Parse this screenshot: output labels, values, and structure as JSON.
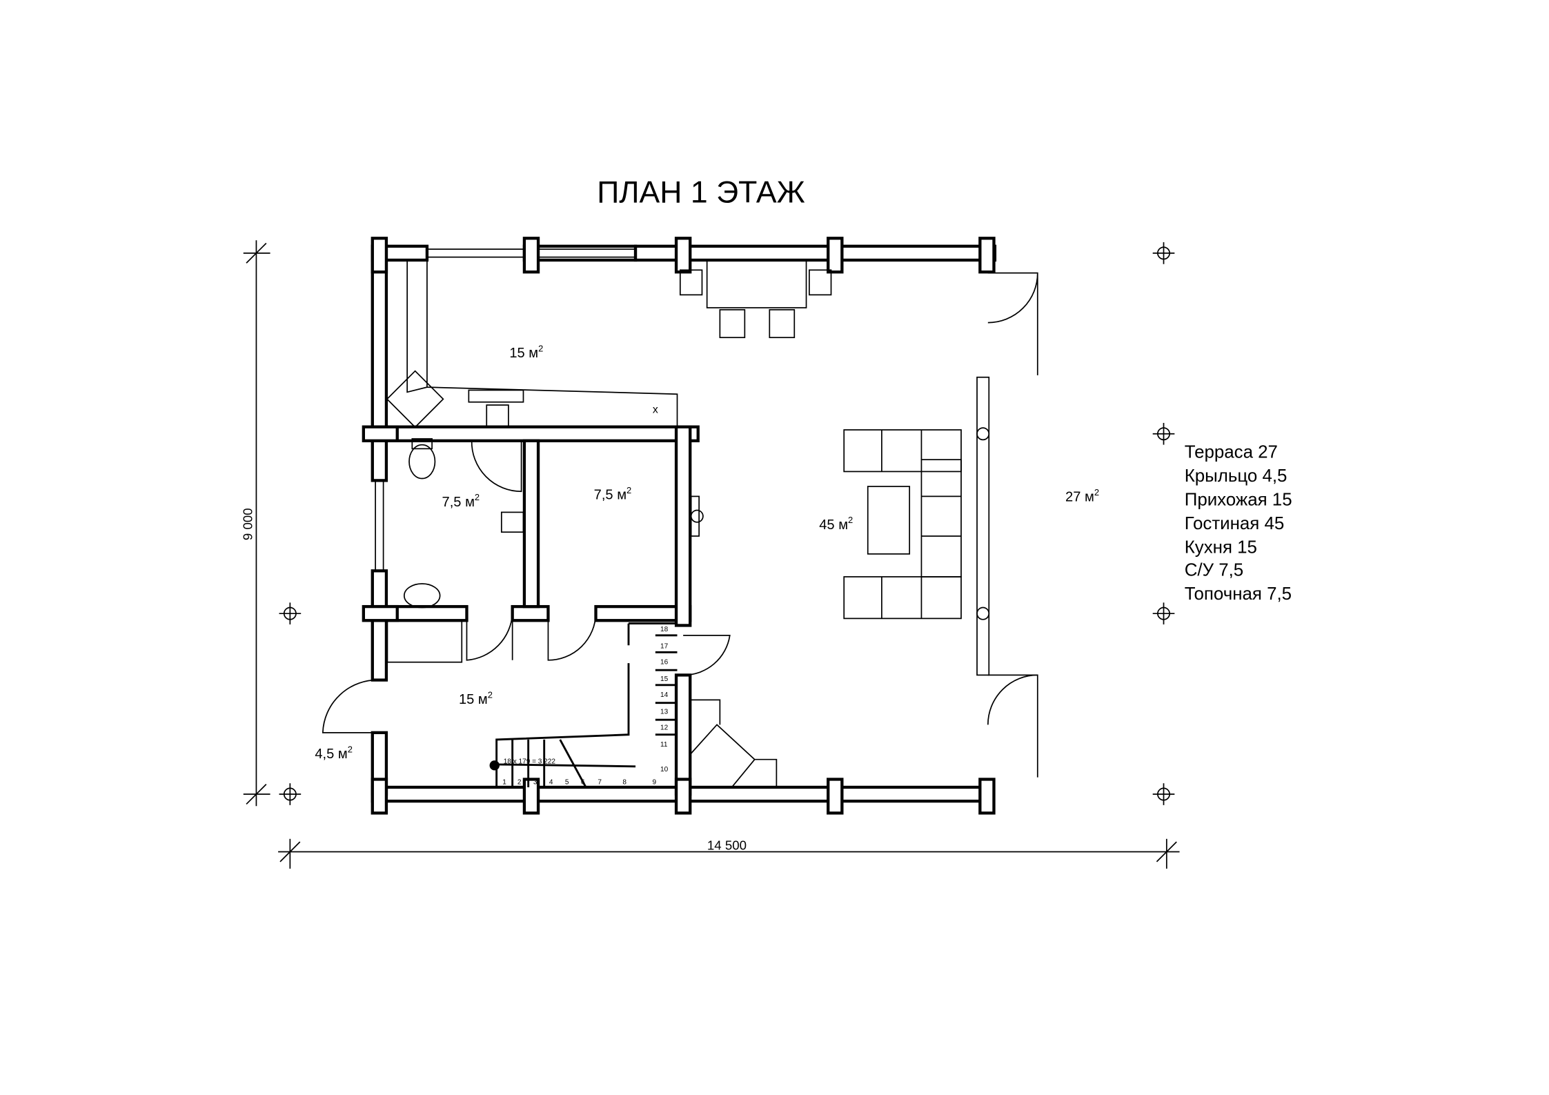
{
  "title": "ПЛАН 1 ЭТАЖ",
  "dimensions": {
    "height": "9 000",
    "width": "14 500"
  },
  "rooms": {
    "kitchen": {
      "area": "15 м",
      "sup": "2"
    },
    "bathroom": {
      "area": "7,5 м",
      "sup": "2"
    },
    "boiler": {
      "area": "7,5 м",
      "sup": "2"
    },
    "living": {
      "area": "45 м",
      "sup": "2"
    },
    "terrace": {
      "area": "27 м",
      "sup": "2"
    },
    "hall": {
      "area": "15 м",
      "sup": "2"
    },
    "porch": {
      "area": "4,5 м",
      "sup": "2"
    }
  },
  "stairs": {
    "formula": "18 x 179 = 3 222",
    "steps": [
      "1",
      "2",
      "3",
      "4",
      "5",
      "6",
      "7",
      "8",
      "9",
      "10",
      "11",
      "12",
      "13",
      "14",
      "15",
      "16",
      "17",
      "18"
    ]
  },
  "stove_mark": "x",
  "legend": [
    "Терраса 27",
    "Крыльцо 4,5",
    "Прихожая 15",
    "Гостиная 45",
    "Кухня 15",
    "С/У 7,5",
    "Топочная 7,5"
  ]
}
